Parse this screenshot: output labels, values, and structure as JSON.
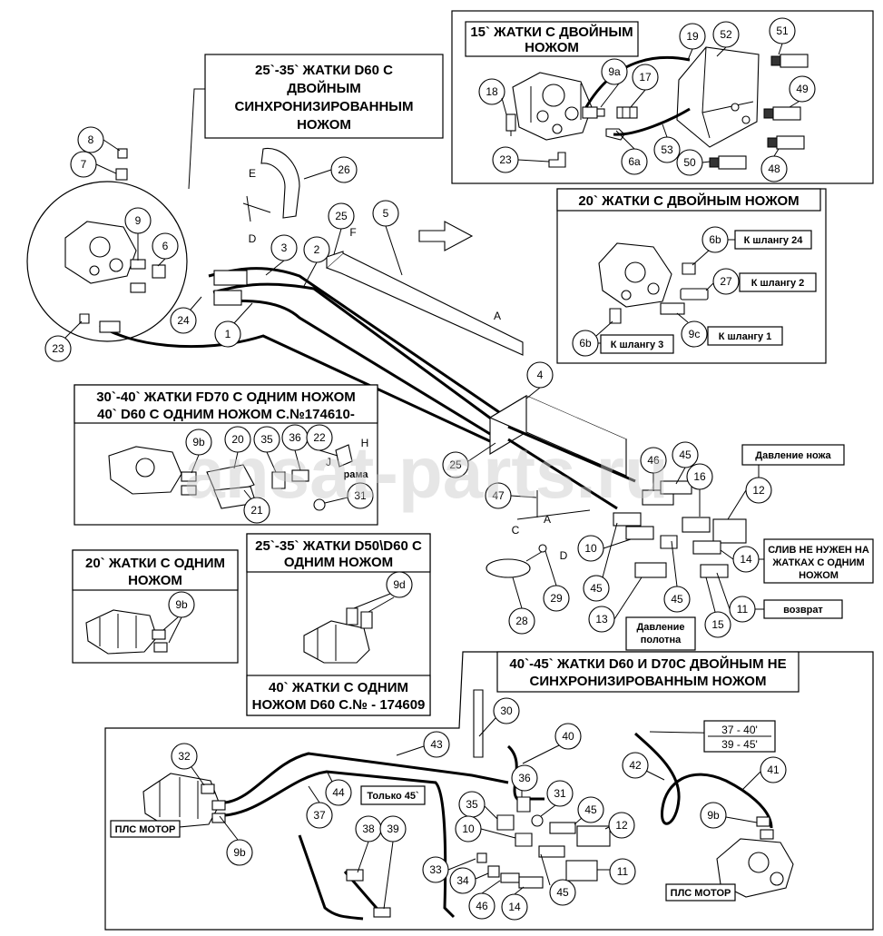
{
  "sections": {
    "top_left": [
      "25`-35` ЖАТКИ D60 С",
      "ДВОЙНЫМ",
      "СИНХРОНИЗИРОВАННЫМ",
      "НОЖОМ"
    ],
    "top_right": [
      "15` ЖАТКИ  С ДВОЙНЫМ",
      "НОЖОМ"
    ],
    "mid_right": "20` ЖАТКИ  С ДВОЙНЫМ  НОЖОМ",
    "fd70": [
      "30`-40` ЖАТКИ FD70 С ОДНИМ  НОЖОМ",
      "40` D60 С ОДНИМ НОЖОМ С.№174610-"
    ],
    "single20": [
      "20` ЖАТКИ  С ОДНИМ",
      "НОЖОМ"
    ],
    "d50": [
      "25`-35` ЖАТКИ D50\\D60 С",
      "ОДНИМ  НОЖОМ"
    ],
    "d60_40": [
      "40` ЖАТКИ  С ОДНИМ",
      "НОЖОМ D60 С.№ - 174609"
    ],
    "bottom": [
      "40`-45` ЖАТКИ D60 И D70C ДВОЙНЫМ  НЕ",
      "СИНХРОНИЗИРОВАННЫМ НОЖОМ"
    ]
  },
  "labels": {
    "hose24": "К шлангу 24",
    "hose2": "К шлангу 2",
    "hose1": "К шлангу 1",
    "hose3": "К шлангу 3",
    "knife_pressure": "Давление ножа",
    "drain": [
      "СЛИВ НЕ НУЖЕН НА",
      "ЖАТКАХ С ОДНИМ",
      "НОЖОМ"
    ],
    "return": "возврат",
    "belt_pressure": [
      "Давление",
      "полотна"
    ],
    "frame": "рама",
    "only45": "Только 45`",
    "range_a": "37 - 40'",
    "range_b": "39 - 45'",
    "motor_left": "ПЛС МОТОР",
    "motor_right": "ПЛС МОТОР"
  },
  "letters": {
    "E": "E",
    "D": "D",
    "F": "F",
    "A": "A",
    "A2": "A",
    "H": "H",
    "J": "J",
    "C": "C",
    "D2": "D"
  },
  "callouts": {
    "c8": "8",
    "c7": "7",
    "c9": "9",
    "c6": "6",
    "c23a": "23",
    "c24": "24",
    "c3": "3",
    "c2": "2",
    "c1": "1",
    "c25": "25",
    "c5": "5",
    "c26": "26",
    "c4": "4",
    "c19": "19",
    "c52": "52",
    "c51": "51",
    "c18": "18",
    "c9a": "9a",
    "c17": "17",
    "c49": "49",
    "c48": "48",
    "c6a": "6a",
    "c53": "53",
    "c50": "50",
    "c23b": "23",
    "c6b1": "6b",
    "c27": "27",
    "c9c": "9c",
    "c6b2": "6b",
    "c9b1": "9b",
    "c20": "20",
    "c35a": "35",
    "c36a": "36",
    "c22": "22",
    "c21": "21",
    "c31a": "31",
    "c25b": "25",
    "c45a": "45",
    "c46a": "46",
    "c16": "16",
    "c12a": "12",
    "c47": "47",
    "c10a": "10",
    "c14a": "14",
    "c45b": "45",
    "c45c": "45",
    "c13": "13",
    "c15": "15",
    "c11a": "11",
    "c28": "28",
    "c29": "29",
    "c9b2": "9b",
    "c9d": "9d",
    "c30": "30",
    "c32": "32",
    "c43": "43",
    "c40": "40",
    "c42": "42",
    "c41": "41",
    "c44": "44",
    "c36b": "36",
    "c31b": "31",
    "c35b": "35",
    "c45d": "45",
    "c12b": "12",
    "c37": "37",
    "c38": "38",
    "c39": "39",
    "c10b": "10",
    "c11b": "11",
    "c33": "33",
    "c34": "34",
    "c46b": "46",
    "c14b": "14",
    "c45e": "45",
    "c9b3": "9b",
    "c9b4": "9b"
  },
  "watermark": "ansat-parts.ru"
}
